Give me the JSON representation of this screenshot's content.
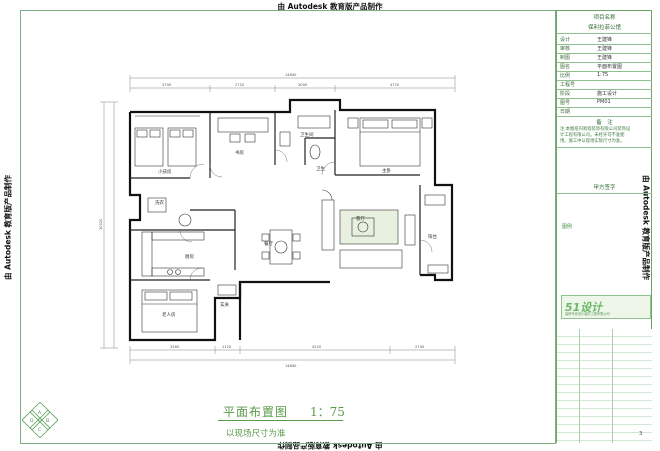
{
  "watermark": "由 Autodesk 教育版产品制作",
  "title_block": {
    "project_name_label": "项目名称",
    "project_name": "保利拉菲公馆",
    "rows": [
      {
        "k": "设计",
        "v": "王建锋"
      },
      {
        "k": "审核",
        "v": "王建锋"
      },
      {
        "k": "制图",
        "v": "王建锋"
      },
      {
        "k": "图名",
        "v": "平面布置图"
      },
      {
        "k": "比例",
        "v": "1:75"
      },
      {
        "k": "工程号",
        "v": ""
      },
      {
        "k": "阶段",
        "v": "施工设计"
      },
      {
        "k": "图号",
        "v": "PM01"
      },
      {
        "k": "日期",
        "v": ""
      }
    ],
    "remarks_label": "备　注",
    "remarks_text": [
      "注:本图纸归易程装饰有限公司装饰设",
      "计工程有限公司。未经许可不准使",
      "用。施工中以现场实际尺寸为准。"
    ],
    "client_sign": "甲方签字",
    "stamp_label": "图例",
    "logo_text": "51设计",
    "logo_caption": "装修专家设计装饰工程有限公司",
    "page_number": "3"
  },
  "rooms": {
    "child_room": "小孩房",
    "study": "书房",
    "bath1": "卫生间",
    "bath2": "卫生",
    "master": "主卧",
    "laundry": "洗衣",
    "kitchen": "厨房",
    "dining": "餐厅",
    "living": "客厅",
    "balcony": "阳台",
    "entry": "玄关",
    "elder_room": "老人房"
  },
  "dimensions": {
    "top_total": "14840",
    "top_segments": [
      "3700",
      "2720",
      "3000",
      "4720"
    ],
    "bottom_segments": [
      "3260",
      "1120",
      "4220",
      "2740"
    ],
    "bottom_total": "14840",
    "left_total": "10020"
  },
  "plan": {
    "title": "平面布置图",
    "scale": "1：75",
    "note": "以现场尺寸为准"
  },
  "compass": [
    "A",
    "B",
    "C",
    "D"
  ]
}
